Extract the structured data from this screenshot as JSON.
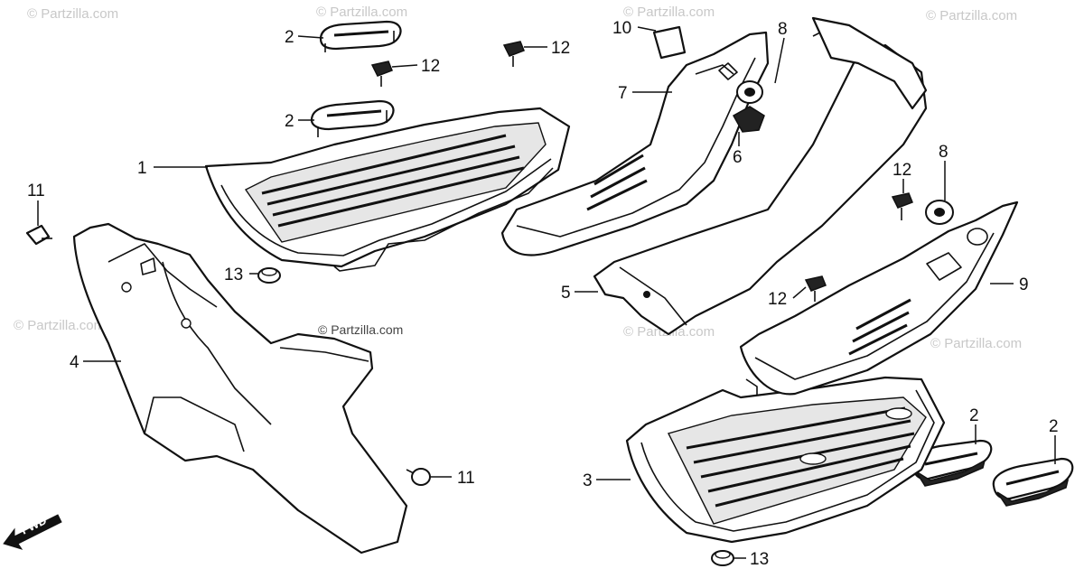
{
  "watermarks": {
    "site": "© Partzilla.com",
    "center": "© Partzilla.com"
  },
  "fwd_label": "FWD",
  "callouts": [
    {
      "id": "c1",
      "label": "1"
    },
    {
      "id": "c2a",
      "label": "2"
    },
    {
      "id": "c2b",
      "label": "2"
    },
    {
      "id": "c2c",
      "label": "2"
    },
    {
      "id": "c2d",
      "label": "2"
    },
    {
      "id": "c3",
      "label": "3"
    },
    {
      "id": "c4",
      "label": "4"
    },
    {
      "id": "c5",
      "label": "5"
    },
    {
      "id": "c6",
      "label": "6"
    },
    {
      "id": "c7",
      "label": "7"
    },
    {
      "id": "c8a",
      "label": "8"
    },
    {
      "id": "c8b",
      "label": "8"
    },
    {
      "id": "c9",
      "label": "9"
    },
    {
      "id": "c10",
      "label": "10"
    },
    {
      "id": "c11a",
      "label": "11"
    },
    {
      "id": "c11b",
      "label": "11"
    },
    {
      "id": "c12a",
      "label": "12"
    },
    {
      "id": "c12b",
      "label": "12"
    },
    {
      "id": "c12c",
      "label": "12"
    },
    {
      "id": "c12d",
      "label": "12"
    },
    {
      "id": "c13a",
      "label": "13"
    },
    {
      "id": "c13b",
      "label": "13"
    }
  ]
}
